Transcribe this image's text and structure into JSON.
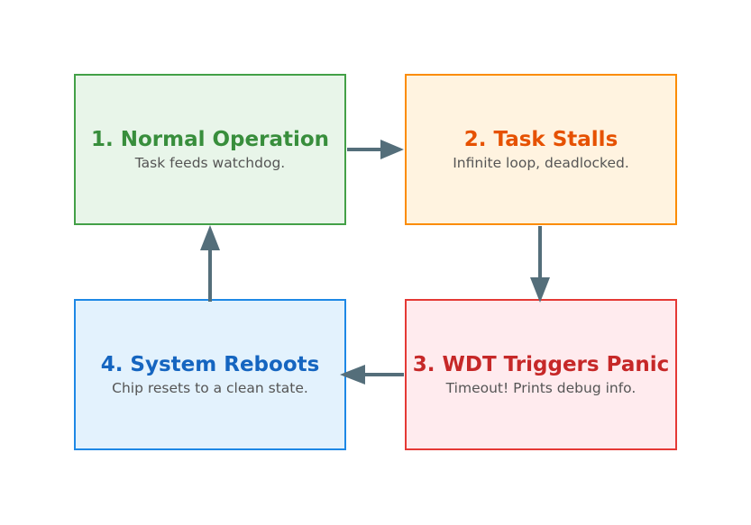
{
  "steps": [
    {
      "title": "1. Normal Operation",
      "desc": "Task feeds watchdog.",
      "colors": {
        "border": "#43a047",
        "fill": "#e8f5e9",
        "title": "#388e3c"
      }
    },
    {
      "title": "2. Task Stalls",
      "desc": "Infinite loop, deadlocked.",
      "colors": {
        "border": "#fb8c00",
        "fill": "#fff3e0",
        "title": "#e65100"
      }
    },
    {
      "title": "3. WDT Triggers Panic",
      "desc": "Timeout! Prints debug info.",
      "colors": {
        "border": "#e53935",
        "fill": "#ffebee",
        "title": "#c62828"
      }
    },
    {
      "title": "4. System Reboots",
      "desc": "Chip resets to a clean state.",
      "colors": {
        "border": "#1e88e5",
        "fill": "#e3f2fd",
        "title": "#1565c0"
      }
    }
  ],
  "arrow_color": "#546e7a"
}
